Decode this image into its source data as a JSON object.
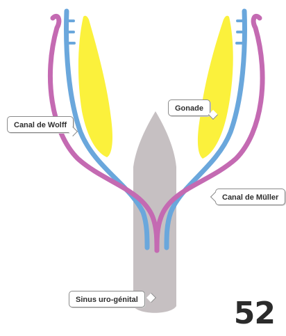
{
  "colors": {
    "wolff_duct": "#6aa7dc",
    "muller_duct": "#c46ab2",
    "gonad": "#fbf13c",
    "urogenital_sinus": "#c6c0c2",
    "label_border": "#8a8a8a"
  },
  "labels": {
    "wolff": "Canal de Wolff",
    "gonad": "Gonade",
    "muller": "Canal de Müller",
    "sinus": "Sinus uro-génital"
  },
  "page_number": "52"
}
